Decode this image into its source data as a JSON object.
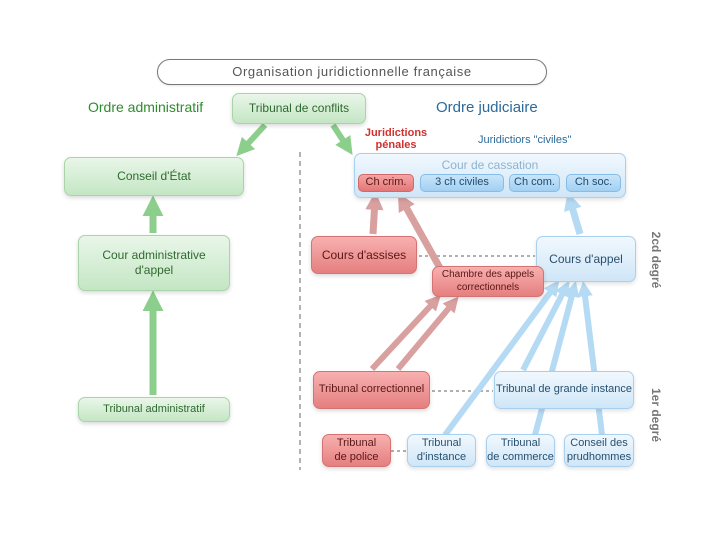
{
  "title": "Organisation juridictionnelle française",
  "headers": {
    "ordre_administratif": "Ordre administratif",
    "ordre_judiciaire": "Ordre judiciaire",
    "juridictions_penales_line1": "Juridictions",
    "juridictions_penales_line2": "pénales",
    "juridictions_civiles": "Juridictiors \"civiles\""
  },
  "degrees": {
    "second": "2cd degré",
    "first": "1er degré"
  },
  "nodes": {
    "tribunal_conflits": "Tribunal de conflits",
    "conseil_etat": "Conseil d'État",
    "cour_admin_appel_line1": "Cour administrative",
    "cour_admin_appel_line2": "d'appel",
    "tribunal_admin": "Tribunal administratif",
    "cour_cassation": "Cour de cassation",
    "ch_crim": "Ch crim.",
    "ch_civiles": "3 ch civiles",
    "ch_com": "Ch com.",
    "ch_soc": "Ch soc.",
    "cours_assises": "Cours d'assises",
    "cours_appel": "Cours d'appel",
    "chambre_appels_line1": "Chambre des appels",
    "chambre_appels_line2": "correctionnels",
    "tribunal_correctionnel": "Tribunal correctionnel",
    "tgi": "Tribunal de grande instance",
    "tribunal_police_line1": "Tribunal",
    "tribunal_police_line2": "de police",
    "tribunal_instance_line1": "Tribunal",
    "tribunal_instance_line2": "d'instance",
    "tribunal_commerce_line1": "Tribunal",
    "tribunal_commerce_line2": "de commerce",
    "conseil_prudhommes_line1": "Conseil des",
    "conseil_prudhommes_line2": "prudhommes"
  },
  "colors": {
    "green_arrow": "#8ccf8c",
    "red_arrow": "#d9a0a0",
    "blue_arrow": "#b5daf4",
    "title_green": "#2e8b2e",
    "title_blue": "#2b6a9a",
    "penal_red": "#d0312d",
    "degree_grey": "#777777"
  }
}
